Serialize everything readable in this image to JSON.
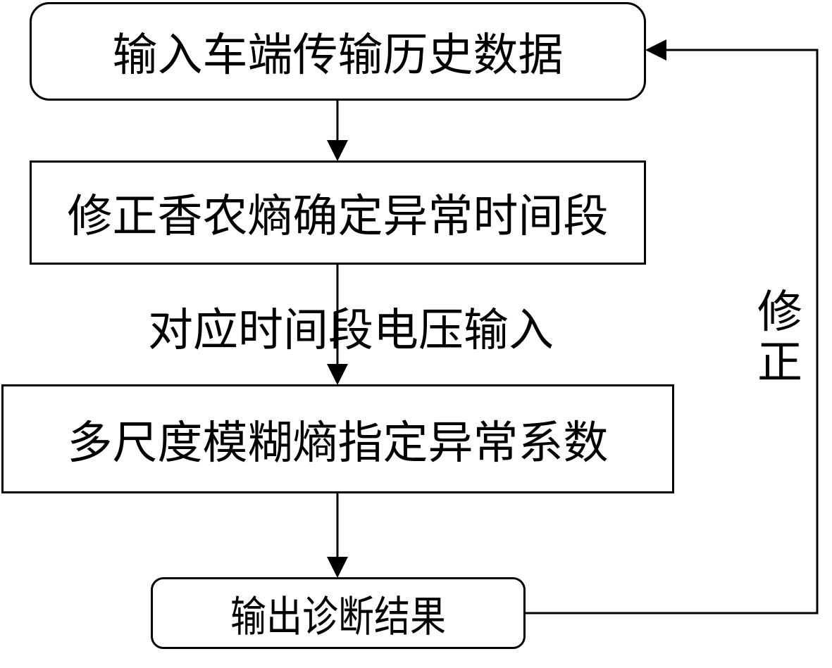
{
  "diagram": {
    "type": "flowchart",
    "nodes": [
      {
        "id": "input-data",
        "label": "输入车端传输历史数据",
        "shape": "rounded-rectangle"
      },
      {
        "id": "shannon-entropy",
        "label": "修正香农熵确定异常时间段",
        "shape": "rectangle"
      },
      {
        "id": "fuzzy-entropy",
        "label": "多尺度模糊熵指定异常系数",
        "shape": "rectangle"
      },
      {
        "id": "output-result",
        "label": "输出诊断结果",
        "shape": "rounded-rectangle"
      }
    ],
    "edges": [
      {
        "from": "input-data",
        "to": "shannon-entropy",
        "label": ""
      },
      {
        "from": "shannon-entropy",
        "to": "fuzzy-entropy",
        "label": "对应时间段电压输入"
      },
      {
        "from": "fuzzy-entropy",
        "to": "output-result",
        "label": ""
      },
      {
        "from": "output-result",
        "to": "input-data",
        "label": "修正"
      }
    ],
    "edge_labels": {
      "voltage_input": "对应时间段电压输入",
      "correction_chars": [
        "修",
        "正"
      ]
    },
    "colors": {
      "stroke": "#000000",
      "background": "#ffffff",
      "text": "#000000"
    }
  }
}
